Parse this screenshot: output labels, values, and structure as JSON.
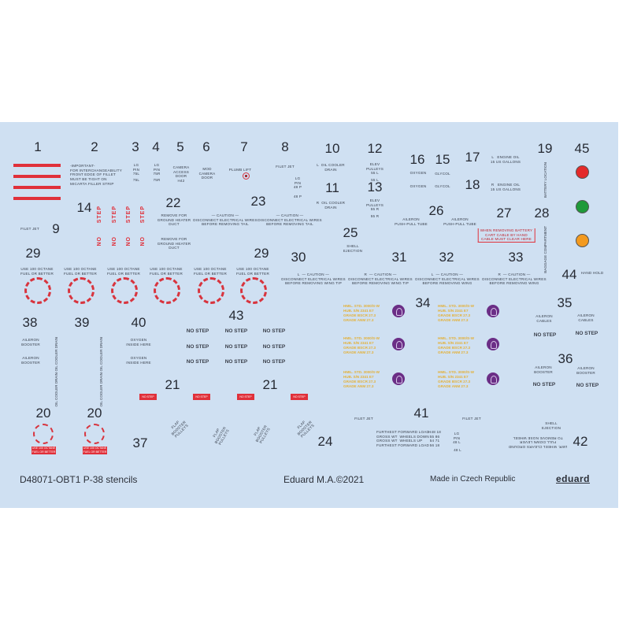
{
  "title": "D48071-OBT1  P-38 stencils",
  "copyright": "Eduard M.A.©2021",
  "made_in": "Made in Czech Republic",
  "brand": "eduard",
  "colors": {
    "sheet": "#cfe0f2",
    "red": "#e0303a",
    "green": "#1f9a3a",
    "amber": "#f39a1f",
    "purple": "#6b2e86",
    "yellow": "#e3b13a"
  },
  "numbers": {
    "n1": "1",
    "n2": "2",
    "n3": "3",
    "n4": "4",
    "n5": "5",
    "n6": "6",
    "n7": "7",
    "n8": "8",
    "n9": "9",
    "n10": "10",
    "n11": "11",
    "n12": "12",
    "n13": "13",
    "n14": "14",
    "n15": "15",
    "n16": "16",
    "n17": "17",
    "n18": "18",
    "n19": "19",
    "n20": "20",
    "n21": "21",
    "n22": "22",
    "n23": "23",
    "n24": "24",
    "n25": "25",
    "n26": "26",
    "n27": "27",
    "n28": "28",
    "n29": "29",
    "n30": "30",
    "n31": "31",
    "n32": "32",
    "n33": "33",
    "n34": "34",
    "n35": "35",
    "n36": "36",
    "n37": "37",
    "n38": "38",
    "n39": "39",
    "n40": "40",
    "n41": "41",
    "n42": "42",
    "n43": "43",
    "n44": "44",
    "n45": "45"
  },
  "stencils": {
    "no_step": "NO STEP",
    "step": "STEP",
    "no": "NO",
    "important": "-IMPORTANT-\nFOR INTERCHANGEABILITY\nFRONT EDGE OF FILLET\nMUST BE TIGHT ON\nMICARTA FILLER STRIP",
    "lg_pin_75l": "LG\nPIN\n75L",
    "l75": "75L",
    "lg_pin_75r": "LG\nPIN\n75R",
    "r75": "75R",
    "camera": "CAMERA\nACCESS\nDOOR\nH42",
    "mod_camera": "MOD\nCAMERA\nDOOR",
    "plumb_lift": "PLUMB LIFT",
    "fillet_jet": "FILET JET",
    "lg_pin_48p": "LG\nPIN\n48 P",
    "p48": "48 P",
    "oil_l": "L  OIL COOLER\nDRAIN",
    "oil_r": "R  OIL COOLER\nDRAIN",
    "elev_l": "ELEV\nPULLEYS\n55 L",
    "l55": "55 L",
    "elev_r": "ELEV\nPULLEYS\n55 R",
    "r55": "55 R",
    "oxygen": "OXYGEN",
    "glycol": "GLYCOL",
    "engine_l": "L   ENGINE OIL\n15 US GALLONS",
    "engine_r": "R   ENGINE OIL\n15 US GALLONS",
    "battery": "BATTERY LOCATION",
    "baggage": "BAGGAGE COMPARTMENT",
    "remove_heater": "REMOVE FOR\nGROUND HEATER\nDUCT",
    "caution_tail": "— CAUTION —\nDISCONNECT ELECTRICAL WIRES\nBEFORE REMOVING TAIL",
    "aileron_tube": "AILERON\nPUSH-PULL TUBE",
    "battery_cart": "WHEN REMOVING BATTERY\nCART CABLE BY HAND\nCABLE MUST CLEAR HERE",
    "shell_ejection": "SHELL\nEJECTION",
    "octane": "USE 100 OCTANE\nFUEL OR BETTER",
    "caution_tip_l": "L  — CAUTION —\nDISCONNECT ELECTRICAL WIRES\nBEFORE REMOVING WING TIP",
    "caution_tip_r": "R  — CAUTION —\nDISCONNECT ELECTRICAL WIRES\nBEFORE REMOVING WING TIP",
    "caution_wing_l": "L  — CAUTION —\nDISCONNECT ELECTRICAL WIRES\nBEFORE REMOVING WING",
    "caution_wing_r": "R  — CAUTION —\nDISCONNECT ELECTRICAL WIRES\nBEFORE REMOVING WING",
    "hand_hold": "HAND HOLD",
    "prop_data": "HMIL. STD. 3000/S-W\nHUB. S/N 2341 E7\nGRADE BSCR 27.3\nGRADE ANM 27.3",
    "aileron_cables": "AILERON\nCABLES",
    "aileron_booster": "AILERON\nBOOSTER",
    "oil_cooler_drain": "OIL COOLER\nDRAIN",
    "oxygen_inside": "OXYGEN\nINSIDE HERE",
    "flap_diag": "FLAP\nBOOSTER\nPULLEYS",
    "load_table": "FURTHEST FORWARD LOAD\nGROSS WT  WHEELS DOWN\nGROSS WT  WHEELS UP\nFURTHEST FORWARD LOAD",
    "load_values": "H48 18\n55 86\n54 71\n56 18",
    "lg_pin_48l": "LG\nPIN\n48 L",
    "l48": "48 L",
    "mirror_text": "LWR. WHEEL CLEARS GROUND\nFULL DOWN LEVER\nTO REMOVE NOSE WHEEL",
    "red_tag": "NO STEP",
    "octane_tag": "USE 100 OCTANE\nFUEL OR BETTER"
  }
}
